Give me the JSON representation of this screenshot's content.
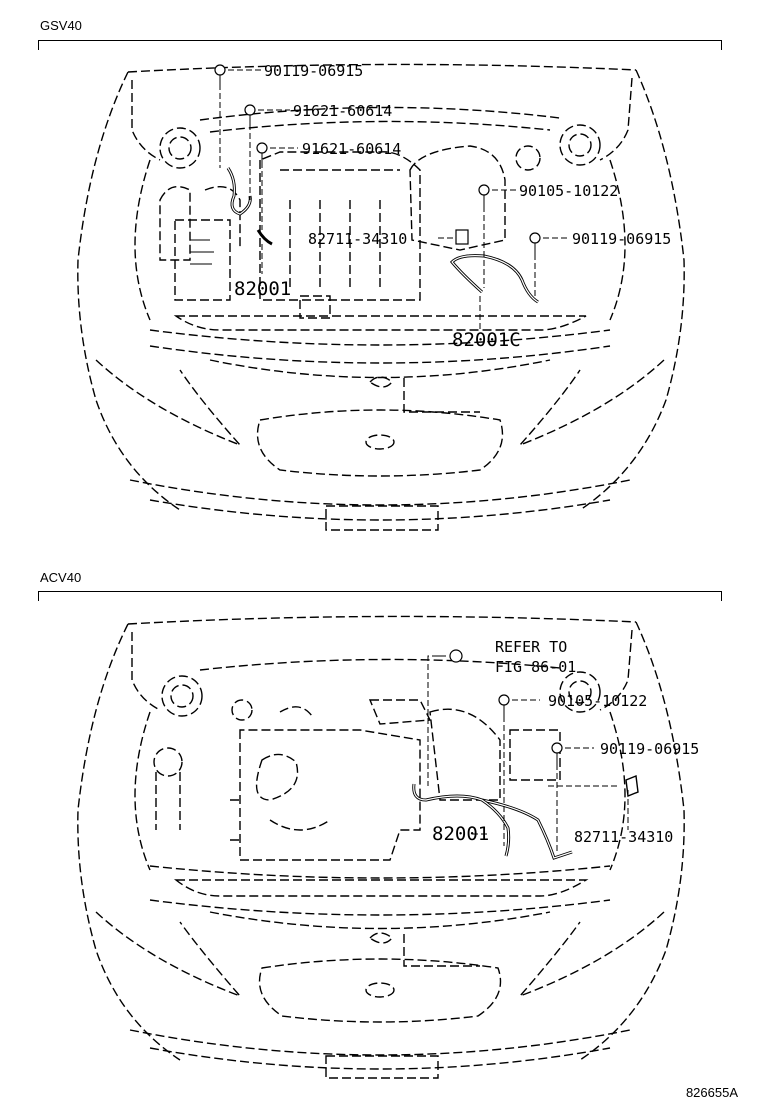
{
  "sections": [
    {
      "label": "GSV40",
      "parts": [
        {
          "text": "90119-06915"
        },
        {
          "text": "91621-60614"
        },
        {
          "text": "91621-60614"
        },
        {
          "text": "90105-10122"
        },
        {
          "text": "82711-34310"
        },
        {
          "text": "90119-06915"
        },
        {
          "text": "82001"
        },
        {
          "text": "82001C"
        }
      ]
    },
    {
      "label": "ACV40",
      "parts": [
        {
          "text": "REFER TO"
        },
        {
          "text": "FIG 86-01"
        },
        {
          "text": "90105-10122"
        },
        {
          "text": "90119-06915"
        },
        {
          "text": "82001"
        },
        {
          "text": "82711-34310"
        }
      ]
    }
  ],
  "figure_code": "826655A"
}
